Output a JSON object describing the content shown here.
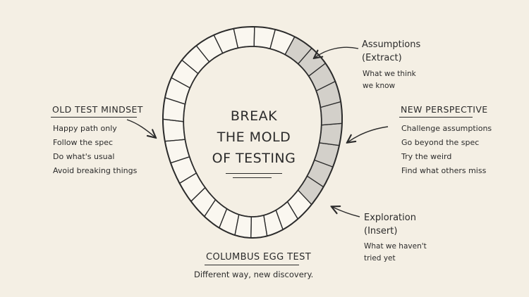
{
  "center": {
    "lines": [
      "BREAK",
      "THE MOLD",
      "OF TESTING"
    ]
  },
  "old_mindset": {
    "heading": "OLD TEST MINDSET",
    "items": [
      "Happy path only",
      "Follow the spec",
      "Do what's usual",
      "Avoid breaking things"
    ]
  },
  "new_perspective": {
    "heading": "NEW PERSPECTIVE",
    "items": [
      "Challenge assumptions",
      "Go beyond the spec",
      "Try the weird",
      "Find what others miss"
    ]
  },
  "assumptions": {
    "title_lines": [
      "Assumptions",
      "(Extract)"
    ],
    "desc_lines": [
      "What we think",
      "we know"
    ]
  },
  "exploration": {
    "title_lines": [
      "Exploration",
      "(Insert)"
    ],
    "desc_lines": [
      "What we haven't",
      "tried yet"
    ]
  },
  "footer": {
    "heading": "COLUMBUS EGG TEST",
    "caption": "Different way, new discovery."
  },
  "colors": {
    "ink": "#2b2b2b",
    "paper": "#f4efe4",
    "shade": "#d3d0ca",
    "egg_fill": "#faf7f0"
  }
}
